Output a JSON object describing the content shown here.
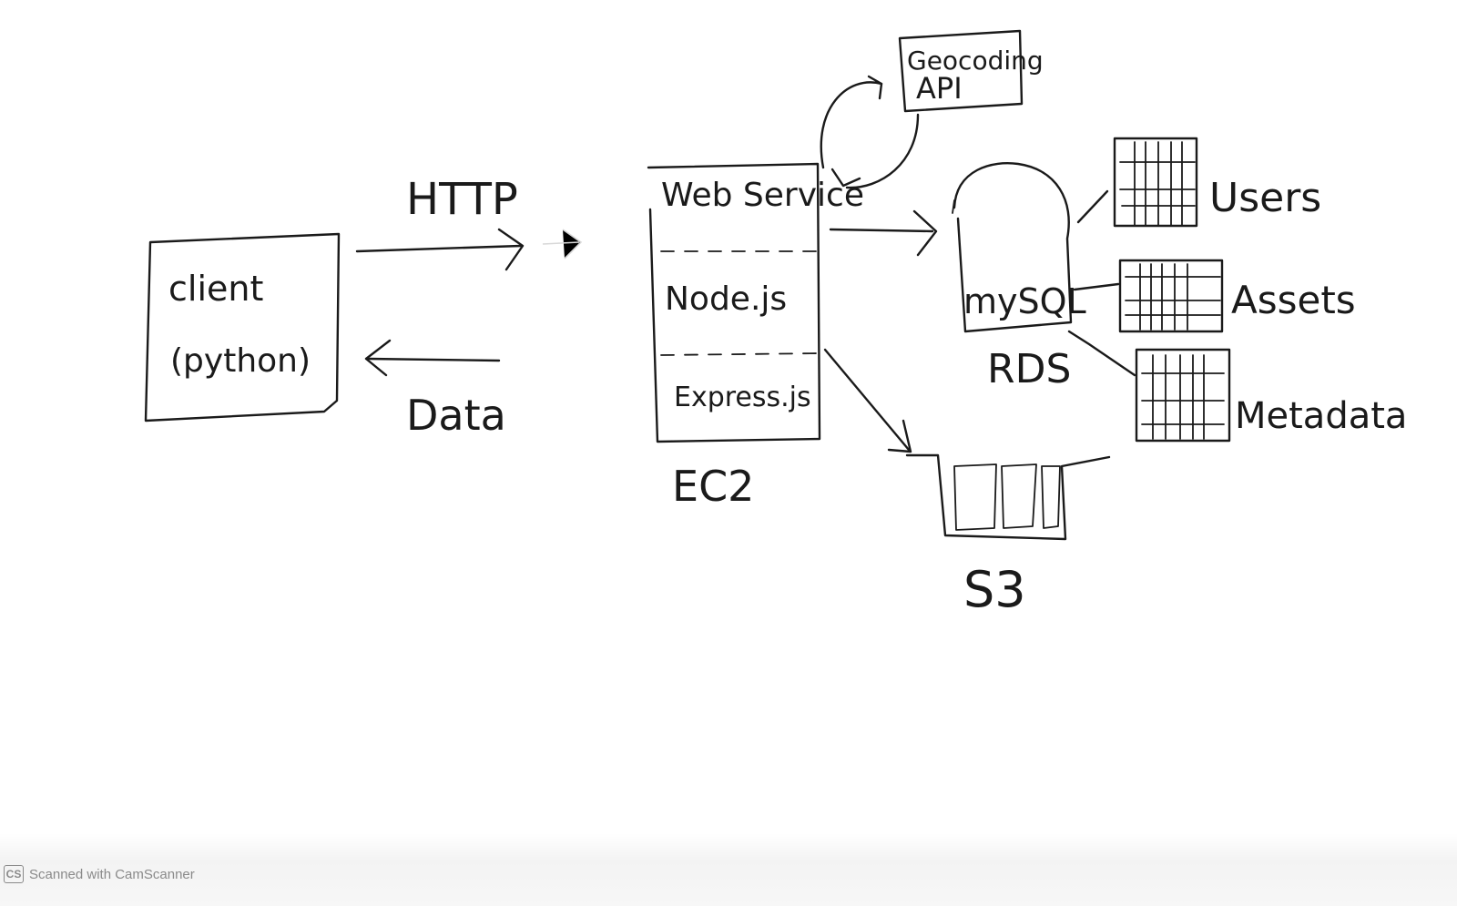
{
  "diagram": {
    "client": {
      "line1": "client",
      "line2": "(python)"
    },
    "edges": {
      "request": "HTTP",
      "response": "Data"
    },
    "ec2": {
      "layers": [
        "Web Service",
        "Node.js",
        "Express.js"
      ],
      "caption": "EC2"
    },
    "geocoding": {
      "line1": "Geocoding",
      "line2": "API"
    },
    "database": {
      "engine": "mySQL",
      "caption": "RDS"
    },
    "tables": [
      "Users",
      "Assets",
      "Metadata"
    ],
    "storage": {
      "caption": "S3"
    }
  },
  "watermark": {
    "logo": "CS",
    "text": "Scanned with CamScanner"
  }
}
